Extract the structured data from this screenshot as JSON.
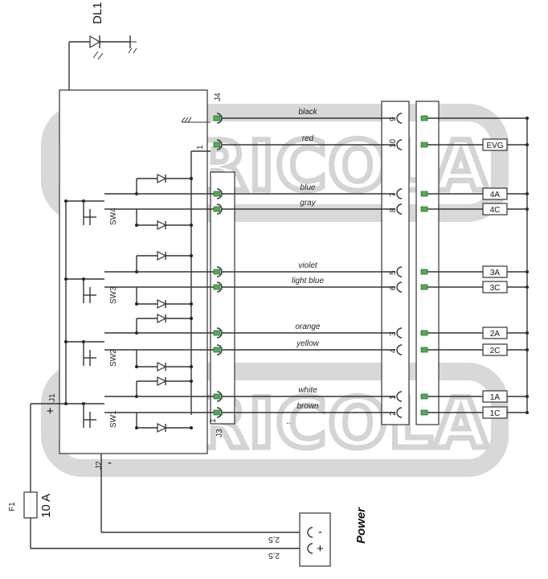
{
  "watermark": {
    "text": "AGRICOLA"
  },
  "led": {
    "designator": "DL1"
  },
  "connectors": {
    "j1": "J1",
    "j2": "J2",
    "j3": "J3",
    "j4": "J4"
  },
  "pins": {
    "one": "1"
  },
  "polarity": {
    "plus": "+",
    "minus": "-"
  },
  "switches": [
    "SW4",
    "SW3",
    "SW2",
    "SW1"
  ],
  "wires": [
    {
      "color": "black",
      "pin": "9",
      "dest": ""
    },
    {
      "color": "red",
      "pin": "10",
      "dest": "EVG"
    },
    {
      "color": "blue",
      "pin": "7",
      "dest": "4A"
    },
    {
      "color": "gray",
      "pin": "8",
      "dest": "4C"
    },
    {
      "color": "violet",
      "pin": "5",
      "dest": "3A"
    },
    {
      "color": "light blue",
      "pin": "6",
      "dest": "3C"
    },
    {
      "color": "orange",
      "pin": "3",
      "dest": "2A"
    },
    {
      "color": "yellow",
      "pin": "4",
      "dest": "2C"
    },
    {
      "color": "white",
      "pin": "1",
      "dest": "1A"
    },
    {
      "color": "brown",
      "pin": "2",
      "dest": "1C"
    }
  ],
  "dots_mark": "..",
  "fuse": {
    "designator": "F1",
    "rating": "10 A"
  },
  "power": {
    "label": "Power",
    "minus": "-",
    "plus": "+",
    "wire_size_top": "2,5",
    "wire_size_bottom": "2,5"
  }
}
